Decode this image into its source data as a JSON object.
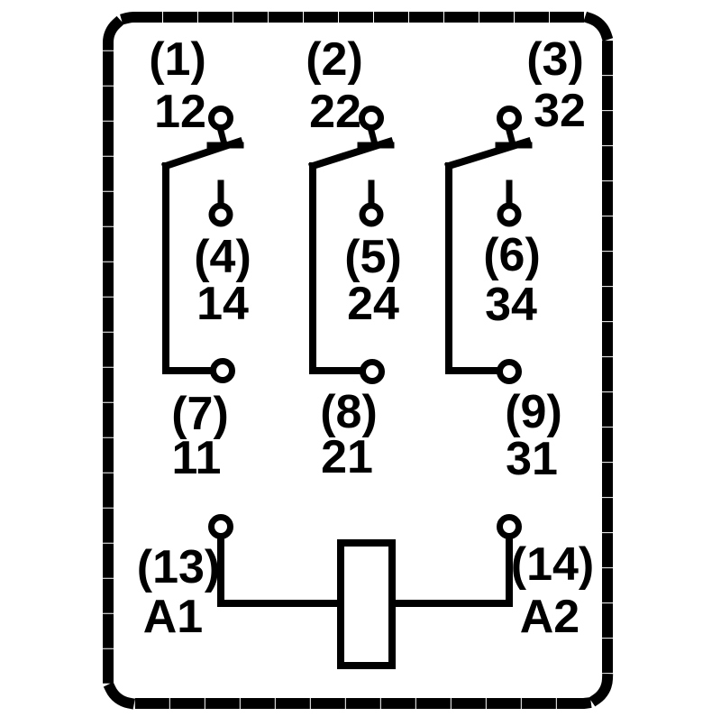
{
  "diagram": {
    "title": "relay-contact-and-coil-pinout",
    "ink_color": "#000000",
    "background_color": "#ffffff",
    "poles": [
      {
        "top_paren": "(1)",
        "top_pin": "12",
        "mid_paren": "(4)",
        "mid_pin": "14",
        "bottom_paren": "(7)",
        "bottom_pin": "11"
      },
      {
        "top_paren": "(2)",
        "top_pin": "22",
        "mid_paren": "(5)",
        "mid_pin": "24",
        "bottom_paren": "(8)",
        "bottom_pin": "21"
      },
      {
        "top_paren": "(3)",
        "top_pin": "32",
        "mid_paren": "(6)",
        "mid_pin": "34",
        "bottom_paren": "(9)",
        "bottom_pin": "31"
      }
    ],
    "coil": {
      "left_paren": "(13)",
      "left_pin": "A1",
      "right_paren": "(14)",
      "right_pin": "A2"
    }
  }
}
